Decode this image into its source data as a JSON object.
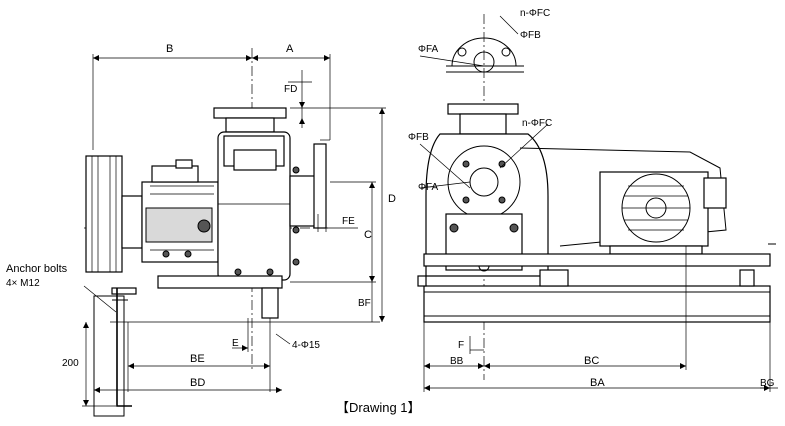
{
  "caption": "【Drawing 1】",
  "labels": {
    "B": "B",
    "A": "A",
    "FD": "FD",
    "D": "D",
    "C": "C",
    "FE": "FE",
    "BF": "BF",
    "E": "E",
    "hole_spec": "4-Φ15",
    "BE": "BE",
    "BD": "BD",
    "dim_200": "200",
    "anchor_title": "Anchor bolts",
    "anchor_spec": "4× M12",
    "nFC_top": "n-ΦFC",
    "FB_top": "ΦFB",
    "FA_top": "ΦFA",
    "nFC_side": "n-ΦFC",
    "FB_side": "ΦFB",
    "FA_side": "ΦFA",
    "F": "F",
    "BB": "BB",
    "BC": "BC",
    "BA": "BA",
    "BG": "BG"
  }
}
